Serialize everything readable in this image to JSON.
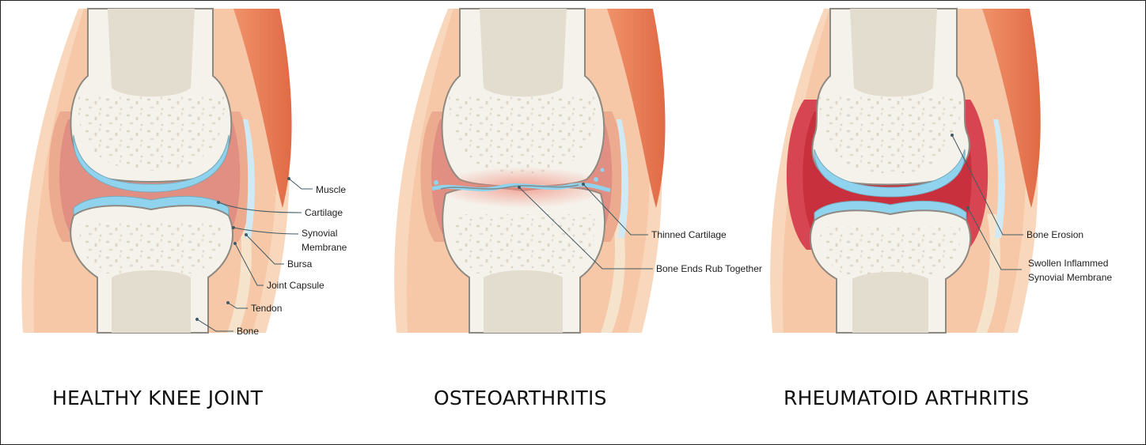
{
  "panels": [
    {
      "title": "HEALTHY KNEE JOINT",
      "labels": {
        "muscle": "Muscle",
        "cartilage": "Cartilage",
        "synovial_membrane_line1": "Synovial",
        "synovial_membrane_line2": "Membrane",
        "bursa": "Bursa",
        "joint_capsule": "Joint Capsule",
        "tendon": "Tendon",
        "bone": "Bone"
      }
    },
    {
      "title": "OSTEOARTHRITIS",
      "labels": {
        "thinned_cartilage": "Thinned Cartilage",
        "bone_ends_rub": "Bone Ends Rub Together"
      }
    },
    {
      "title": "RHEUMATOID ARTHRITIS",
      "labels": {
        "bone_erosion": "Bone Erosion",
        "swollen_line1": "Swollen Inflammed",
        "swollen_line2": "Synovial Membrane"
      }
    }
  ],
  "colors": {
    "bone": "#f5f2eb",
    "marrow": "#e3ddd0",
    "cartilage": "#8fd3ee",
    "synovial": "#e49a8f",
    "inflamed": "#d84552",
    "muscle": "#e67852",
    "skin": "#f6c8a7",
    "capsule": "#f3a884"
  }
}
